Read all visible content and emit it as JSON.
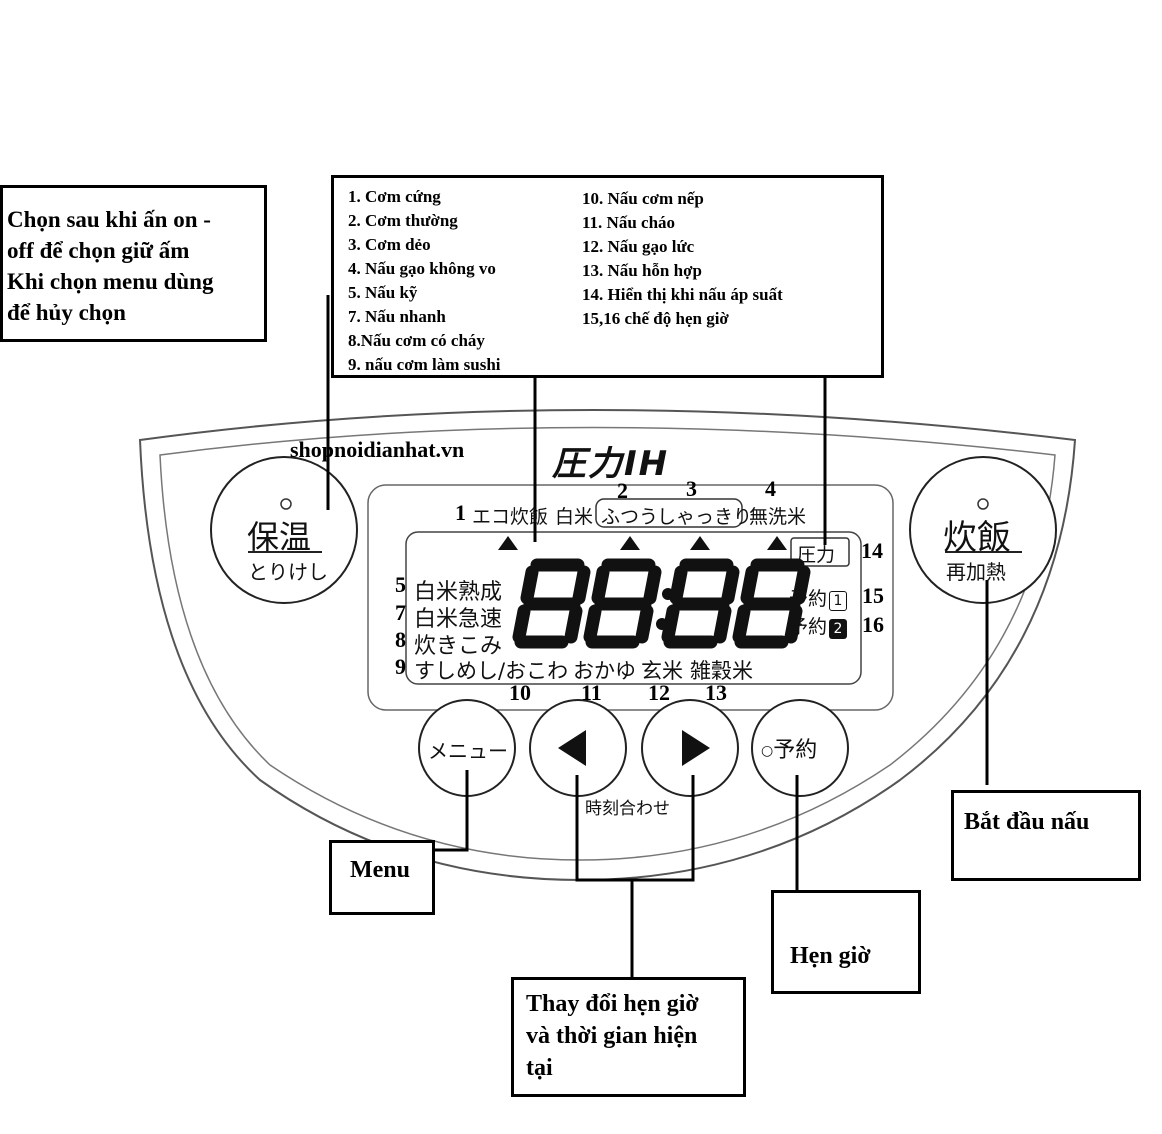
{
  "callouts": {
    "keep_warm": [
      "Chọn sau khi ấn on -",
      "off để chọn giữ ấm",
      "Khi chọn menu dùng",
      "để hủy chọn"
    ],
    "menu_list_left": [
      "1. Cơm cứng",
      "2. Cơm thường",
      "3. Cơm dẻo",
      "4. Nấu gạo không vo",
      "5. Nấu kỹ",
      "7. Nấu nhanh",
      "8.Nấu cơm có cháy",
      "9. nấu cơm làm sushi"
    ],
    "menu_list_right": [
      "10. Nấu cơm nếp",
      "11. Nấu cháo",
      "12. Nấu gạo lức",
      "13. Nấu hỗn hợp",
      "14. Hiển thị khi nấu áp suất",
      "15,16 chế độ hẹn giờ"
    ],
    "start": "Bắt đầu nấu",
    "menu": "Menu",
    "timer": "Hẹn giờ",
    "time_change": [
      "Thay đổi hẹn giờ",
      "và thời gian hiện",
      "tại"
    ]
  },
  "watermark": "shopnoidianhat.vn",
  "panel": {
    "brand": "圧力IH",
    "keep_warm_button": {
      "top": "保温",
      "bottom": "とりけし"
    },
    "cook_button": {
      "top": "炊飯",
      "bottom": "再加熱"
    },
    "menu_button": "メニュー",
    "reserve_button": "予約",
    "time_set_label": "時刻合わせ",
    "display": {
      "digits": "88:88",
      "top_row": {
        "eco": "エコ炊飯",
        "white_rice": "白米",
        "futsuu": "ふつう",
        "shakkiri": "しゃっきり",
        "musenmai": "無洗米"
      },
      "left_modes": [
        "白米熟成",
        "白米急速",
        "炊きこみ",
        "すしめし/おこわ"
      ],
      "bottom_modes": [
        "おかゆ",
        "玄米",
        "雑穀米"
      ],
      "pressure": "圧力",
      "reserve1": "予約",
      "reserve1_num": "1",
      "reserve2": "予約",
      "reserve2_num": "2"
    },
    "numbers": {
      "n1": "1",
      "n2": "2",
      "n3": "3",
      "n4": "4",
      "n5": "5",
      "n7": "7",
      "n8": "8",
      "n9": "9",
      "n10": "10",
      "n11": "11",
      "n12": "12",
      "n13": "13",
      "n14": "14",
      "n15": "15",
      "n16": "16"
    }
  }
}
